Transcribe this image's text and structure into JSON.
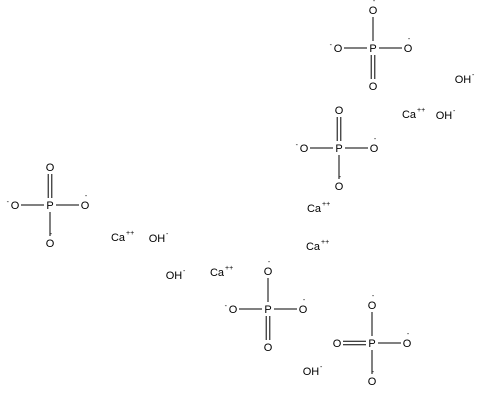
{
  "labels": {
    "phosphorus": "P",
    "oxygen": "O",
    "oxide_charge": "-",
    "calcium": "Ca",
    "calcium_charge": "++",
    "hydroxide": "OH",
    "hydroxide_charge": "-"
  },
  "phosphate_groups": [
    {
      "id": 1,
      "substituents": {
        "top": "O-",
        "left": "O-",
        "right": "O-",
        "bottom": "O"
      }
    },
    {
      "id": 2,
      "substituents": {
        "top": "O",
        "left": "O-",
        "right": "O-",
        "bottom": "O-"
      }
    },
    {
      "id": 3,
      "substituents": {
        "top": "O",
        "left": "O-",
        "right": "O-",
        "bottom": "O-"
      }
    },
    {
      "id": 4,
      "substituents": {
        "top": "O-",
        "left": "O-",
        "right": "O-",
        "bottom": "O"
      }
    },
    {
      "id": 5,
      "substituents": {
        "top": "O-",
        "left": "O",
        "right": "O-",
        "bottom": "O-"
      }
    }
  ],
  "ions": {
    "calcium_count": 5,
    "hydroxide_count": 5
  }
}
